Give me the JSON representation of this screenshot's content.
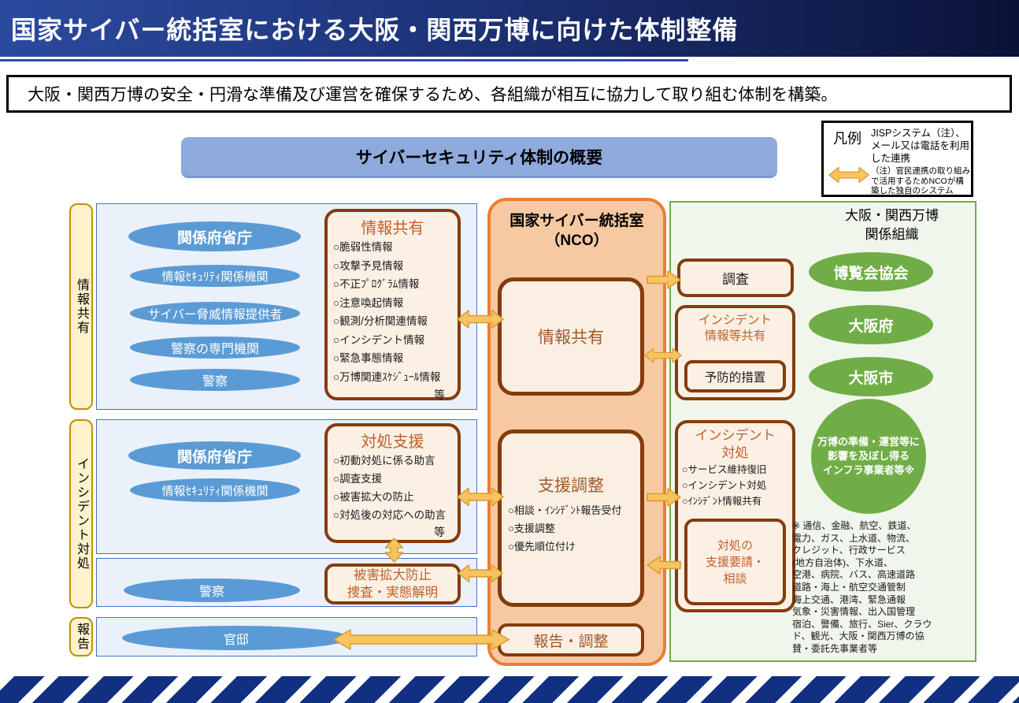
{
  "header": {
    "title": "国家サイバー統括室における大阪・関西万博に向けた体制整備"
  },
  "subtitle": "大阪・関西万博の安全・円滑な準備及び運営を確保するため、各組織が相互に協力して取り組む体制を構築。",
  "legend": {
    "label": "凡例",
    "main": "JISPシステム（注）、メール又は電話を利用した連携",
    "note": "（注）官民連携の取り組みで活用するためNCOが構築した独自のシステム"
  },
  "band_title": "サイバーセキュリティ体制の概要",
  "row_labels": {
    "info_share": "情報共有",
    "incident": "インシデント対処",
    "report": "報告"
  },
  "left": {
    "panel1_ovals": [
      "関係府省庁",
      "情報ｾｷｭﾘﾃｨ関係機関",
      "サイバー脅威情報提供者",
      "警察の専門機関",
      "警察"
    ],
    "panel2_ovals": [
      "関係府省庁",
      "情報ｾｷｭﾘﾃｨ関係機関"
    ],
    "police": "警察",
    "kantei": "官邸",
    "info_box": {
      "title": "情報共有",
      "items": [
        "○脆弱性情報",
        "○攻撃予見情報",
        "○不正ﾌﾟﾛｸﾞﾗﾑ情報",
        "○注意喚起情報",
        "○観測/分析関連情報",
        "○インシデント情報",
        "○緊急事態情報",
        "○万博関連ｽｹｼﾞｭｰﾙ情報"
      ],
      "etc": "等"
    },
    "taisho_box": {
      "title": "対処支援",
      "items": [
        "○初動対処に係る助言",
        "○調査支援",
        "○被害拡大の防止",
        "○対処後の対応への助言"
      ],
      "etc": "等"
    },
    "higai_box": "被害拡大防止\n捜査・実態解明"
  },
  "center": {
    "title": "国家サイバー統括室\n（NCO）",
    "info_share": "情報共有",
    "shien": {
      "title": "支援調整",
      "items": [
        "○相談・ｲﾝｼﾃﾞﾝﾄ報告受付",
        "○支援調整",
        "○優先順位付け"
      ]
    },
    "report": "報告・調整"
  },
  "right": {
    "header": "大阪・関西万博\n関係組織",
    "chousa": "調査",
    "incident_share_title": "インシデント\n情報等共有",
    "yobou": "予防的措置",
    "incident_taisho": {
      "title": "インシデント\n対処",
      "items": [
        "○サービス維持復旧",
        "○インシデント対処",
        "○ｲﾝｼﾃﾞﾝﾄ情報共有"
      ]
    },
    "shien_yousei": "対処の\n支援要請・\n相談",
    "orgs": [
      "博覧会協会",
      "大阪府",
      "大阪市"
    ],
    "circle": "万博の準備・運営等に\n影響を及ぼし得る\nインフラ事業者等※",
    "footnote": "※ 通信、金融、航空、鉄道、\n電力、ガス、上水道、物流、\nクレジット、行政サービス\n(地方自治体)、下水道、\n空港、病院、バス、高速道路\n道路・海上・航空交通管制\n海上交通、港湾、緊急通報\n気象・災害情報、出入国管理\n宿泊、警備、旅行、Sier、クラウ\nド、観光、大阪・関西万博の協\n賛・委託先事業者等"
  },
  "colors": {
    "header_gradient_start": "#2b4a9e",
    "header_gradient_end": "#0b1238",
    "band_blue": "#8FAADC",
    "blue_oval": "#5B9BD5",
    "panel_border": "#4472C4",
    "label_fill": "#FFF2CC",
    "label_border": "#BF9000",
    "brown_border": "#843C0C",
    "brown_fill": "#FCF0E5",
    "orange_panel": "#F6C9A2",
    "orange_border": "#ED7D31",
    "green": "#70AD47",
    "green_panel_fill": "#F1F6EC",
    "arrow_fill": "#F9C45F",
    "arrow_stroke": "#D89A33",
    "stripe_navy": "#123082",
    "brown_title_text": "#C0612B"
  }
}
